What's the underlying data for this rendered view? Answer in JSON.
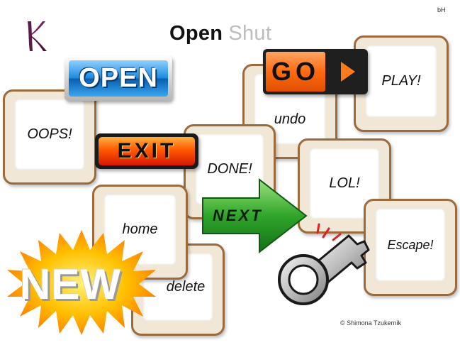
{
  "header": {
    "corner_mark": "bH",
    "title_open": "Open",
    "title_shut": "Shut"
  },
  "keys": {
    "oops": "OOPS!",
    "undo": "undo",
    "play": "PLAY!",
    "done": "DONE!",
    "lol": "LOL!",
    "home": "home",
    "delete": "delete",
    "escape": "Escape!"
  },
  "buttons": {
    "open": "OPEN",
    "exit": "EXIT",
    "go": "GO",
    "next": "NEXT",
    "new_badge": "NEW"
  },
  "footer": {
    "copyright": "© Shimona Tzukernik"
  },
  "colors": {
    "key_border": "#9b6b3d",
    "open_blue": "#1e8ce0",
    "exit_orange": "#ff5a00",
    "go_orange": "#ff6a10",
    "next_green": "#2fa52a",
    "burst_orange": "#ff8c00",
    "logo_purple": "#5a1a4a"
  },
  "icons": {
    "logo": "k-logo-icon",
    "key": "silver-key-icon",
    "next_arrow": "green-arrow-icon",
    "burst": "starburst-icon"
  }
}
